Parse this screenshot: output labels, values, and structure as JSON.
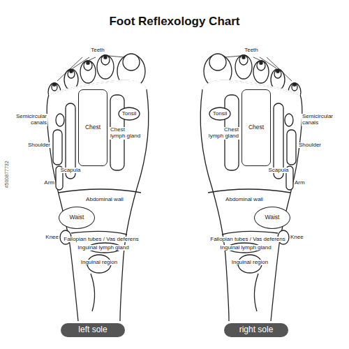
{
  "diagram": {
    "title": "Foot Reflexology Chart",
    "nodes": [
      {
        "text": [
          "Chest"
        ]
      },
      {
        "text": [
          "Waist"
        ]
      },
      {
        "text": [
          "Chest"
        ]
      },
      {
        "text": [
          "Waist"
        ]
      },
      {
        "text": [
          "left sole"
        ]
      },
      {
        "text": [
          "right sole"
        ]
      }
    ],
    "labels": [
      "Teeth",
      "Tonsil",
      "Semicircular canals",
      "Chest lymph gland",
      "Shoulder",
      "Scapula",
      "Arm",
      "Abdominal wall",
      "Knee",
      "Fallopian tubes / Vas deferens",
      "Inguinal lymph gland",
      "Inguinal region",
      "Teeth",
      "Tonsil",
      "Semicircular canals",
      "Chest lymph gland",
      "Shoulder",
      "Scapula",
      "Arm",
      "Abdominal wall",
      "Knee",
      "Fallopian tubes / Vas deferens",
      "Inguinal lymph gland",
      "Inguinal region",
      "#500877732"
    ]
  }
}
